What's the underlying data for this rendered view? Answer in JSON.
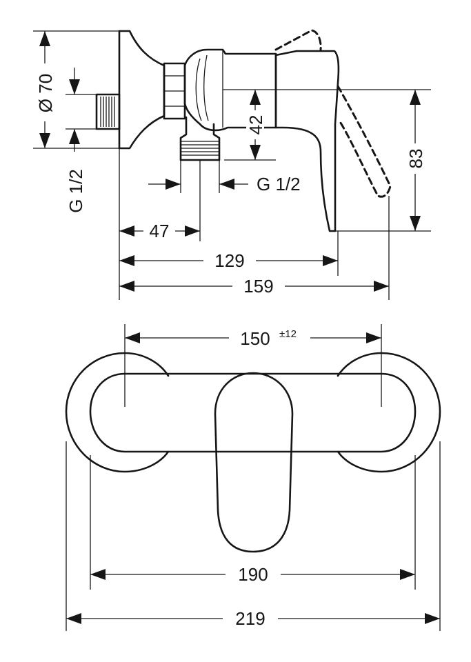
{
  "side_view": {
    "dim_diameter": "Ø 70",
    "dim_thread_wall": "G 1/2",
    "dim_height_42": "42",
    "dim_thread_outlet": "G 1/2",
    "dim_height_83": "83",
    "dim_47": "47",
    "dim_129": "129",
    "dim_159": "159"
  },
  "top_view": {
    "dim_150": "150",
    "dim_150_tolerance": "±12",
    "dim_190": "190",
    "dim_219": "219"
  }
}
